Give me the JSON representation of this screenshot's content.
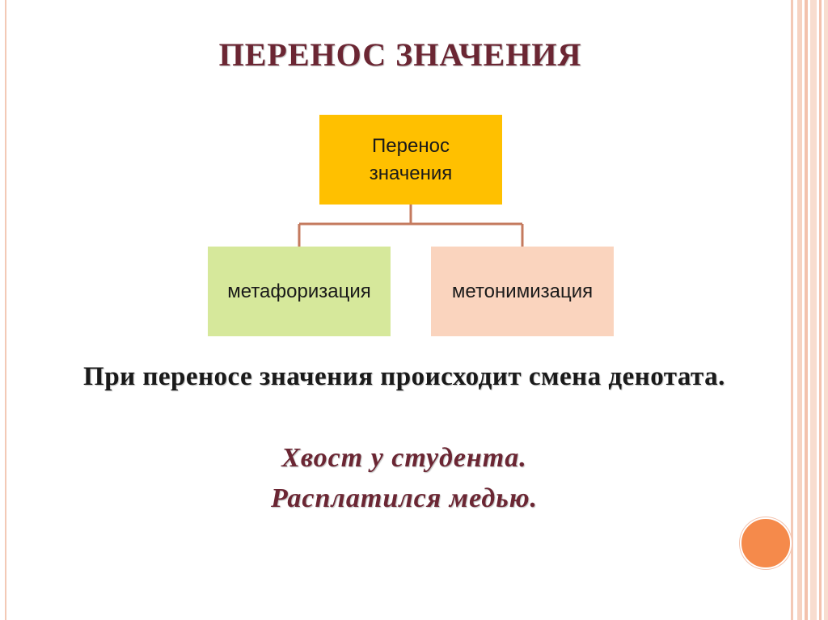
{
  "slide": {
    "title": "ПЕРЕНОС ЗНАЧЕНИЯ",
    "statement": "При переносе значения происходит смена денотата.",
    "examples": [
      "Хвост у студента.",
      "Расплатился медью."
    ]
  },
  "diagram": {
    "root": {
      "line1": "Перенос",
      "line2": "значения"
    },
    "children": [
      "метафоризация",
      "метонимизация"
    ]
  },
  "colors": {
    "title": "#6b2633",
    "root_box": "#ffc000",
    "left_box": "#d6e89b",
    "right_box": "#fad4be",
    "connector": "#c47a5e",
    "accent_circle": "#f58a4b"
  }
}
